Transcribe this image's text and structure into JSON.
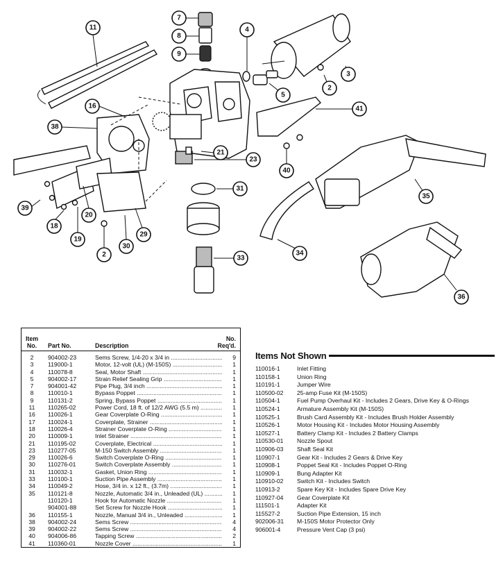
{
  "callouts": [
    "7",
    "8",
    "9",
    "11",
    "4",
    "3",
    "2",
    "5",
    "16",
    "41",
    "38",
    "21",
    "23",
    "40",
    "35",
    "31",
    "39",
    "18",
    "20",
    "19",
    "29",
    "30",
    "2",
    "33",
    "34",
    "36"
  ],
  "parts_table": {
    "headers": {
      "item": "Item No.",
      "part_no": "Part No.",
      "description": "Description",
      "qty": "No. Req'd."
    },
    "rows": [
      {
        "item": "2",
        "part_no": "904002-23",
        "description": "Sems Screw, 1/4-20 x 3/4 in",
        "qty": "9"
      },
      {
        "item": "3",
        "part_no": "119000-1",
        "description": "Motor, 12-volt (UL) (M-150S)",
        "qty": "1"
      },
      {
        "item": "4",
        "part_no": "110078-8",
        "description": "Seal, Motor Shaft",
        "qty": "1"
      },
      {
        "item": "5",
        "part_no": "904002-17",
        "description": "Strain Relief Sealing Grip",
        "qty": "1"
      },
      {
        "item": "7",
        "part_no": "904001-42",
        "description": "Pipe Plug, 3/4 inch",
        "qty": "1"
      },
      {
        "item": "8",
        "part_no": "110010-1",
        "description": "Bypass Poppet",
        "qty": "1"
      },
      {
        "item": "9",
        "part_no": "110131-2",
        "description": "Spring, Bypass Poppet",
        "qty": "1"
      },
      {
        "item": "11",
        "part_no": "110265-02",
        "description": "Power Cord, 18 ft. of 12/2 AWG (5.5 m)",
        "qty": "1"
      },
      {
        "item": "16",
        "part_no": "110026-1",
        "description": "Gear Coverplate O-Ring",
        "qty": "1"
      },
      {
        "item": "17",
        "part_no": "110024-1",
        "description": "Coverplate, Strainer",
        "qty": "1"
      },
      {
        "item": "18",
        "part_no": "110026-4",
        "description": "Strainer Coverplate O-Ring",
        "qty": "1"
      },
      {
        "item": "20",
        "part_no": "110009-1",
        "description": "Inlet Strainer",
        "qty": "1"
      },
      {
        "item": "21",
        "part_no": "110195-02",
        "description": "Coverplate, Electrical",
        "qty": "1"
      },
      {
        "item": "23",
        "part_no": "110277-05",
        "description": "M-150 Switch Assembly",
        "qty": "1"
      },
      {
        "item": "29",
        "part_no": "110026-6",
        "description": "Switch Coverplate O-Ring",
        "qty": "1"
      },
      {
        "item": "30",
        "part_no": "110276-01",
        "description": "Switch Coverplate Assembly",
        "qty": "1"
      },
      {
        "item": "31",
        "part_no": "110032-1",
        "description": "Gasket, Union Ring",
        "qty": "1"
      },
      {
        "item": "33",
        "part_no": "110100-1",
        "description": "Suction Pipe Assembly",
        "qty": "1"
      },
      {
        "item": "34",
        "part_no": "110049-2",
        "description": "Hose, 3/4 in. x 12 ft., (3.7m)",
        "qty": "1"
      },
      {
        "item": "35",
        "part_no": "110121-8",
        "description": "Nozzle, Automatic 3/4 in., Unleaded (UL)",
        "qty": "1"
      },
      {
        "item": "",
        "part_no": "110120-1",
        "description": "Hook for Automatic Nozzle",
        "qty": "1"
      },
      {
        "item": "",
        "part_no": "904001-88",
        "description": "Set Screw for Nozzle Hook",
        "qty": "1"
      },
      {
        "item": "36",
        "part_no": "110155-1",
        "description": "Nozzle, Manual 3/4 in., Unleaded",
        "qty": "1"
      },
      {
        "item": "38",
        "part_no": "904002-24",
        "description": "Sems Screw",
        "qty": "4"
      },
      {
        "item": "39",
        "part_no": "904002-22",
        "description": "Sems Screw",
        "qty": "4"
      },
      {
        "item": "40",
        "part_no": "904006-86",
        "description": "Tapping Screw",
        "qty": "2"
      },
      {
        "item": "41",
        "part_no": "110360-01",
        "description": "Nozzle Cover",
        "qty": "1"
      }
    ]
  },
  "items_not_shown": {
    "title": "Items Not Shown",
    "rows": [
      {
        "part_no": "110016-1",
        "description": "Inlet Fitting"
      },
      {
        "part_no": "110158-1",
        "description": "Union Ring"
      },
      {
        "part_no": "110191-1",
        "description": "Jumper Wire"
      },
      {
        "part_no": "110500-02",
        "description": "25-amp Fuse Kit (M-150S)"
      },
      {
        "part_no": "110504-1",
        "description": "Fuel Pump Overhaul Kit - Includes 2 Gears, Drive Key & O-Rings"
      },
      {
        "part_no": "110524-1",
        "description": "Armature Assembly Kit (M-150S)"
      },
      {
        "part_no": "110525-1",
        "description": "Brush Card Assembly Kit - Includes Brush Holder Assembly"
      },
      {
        "part_no": "110526-1",
        "description": "Motor Housing Kit - Includes Motor Housing Assembly"
      },
      {
        "part_no": "110527-1",
        "description": "Battery Clamp Kit - Includes 2 Battery Clamps"
      },
      {
        "part_no": "110530-01",
        "description": "Nozzle Spout"
      },
      {
        "part_no": "110906-03",
        "description": "Shaft Seal Kit"
      },
      {
        "part_no": "110907-1",
        "description": "Gear Kit - Includes 2 Gears & Drive Key"
      },
      {
        "part_no": "110908-1",
        "description": "Poppet Seal Kit - Includes Poppet O-Ring"
      },
      {
        "part_no": "110909-1",
        "description": "Bung Adapter Kit"
      },
      {
        "part_no": "110910-02",
        "description": "Switch Kit - Includes Switch"
      },
      {
        "part_no": "110913-2",
        "description": "Spare Key Kit - Includes Spare Drive Key"
      },
      {
        "part_no": "110927-04",
        "description": "Gear Coverplate Kit"
      },
      {
        "part_no": "111501-1",
        "description": "Adapter Kit"
      },
      {
        "part_no": "115527-2",
        "description": "Suction Pipe Extension, 15 inch"
      },
      {
        "part_no": "902006-31",
        "description": "M-150S Motor Protector Only"
      },
      {
        "part_no": "906001-4",
        "description": "Pressure Vent Cap (3 psi)"
      }
    ]
  }
}
